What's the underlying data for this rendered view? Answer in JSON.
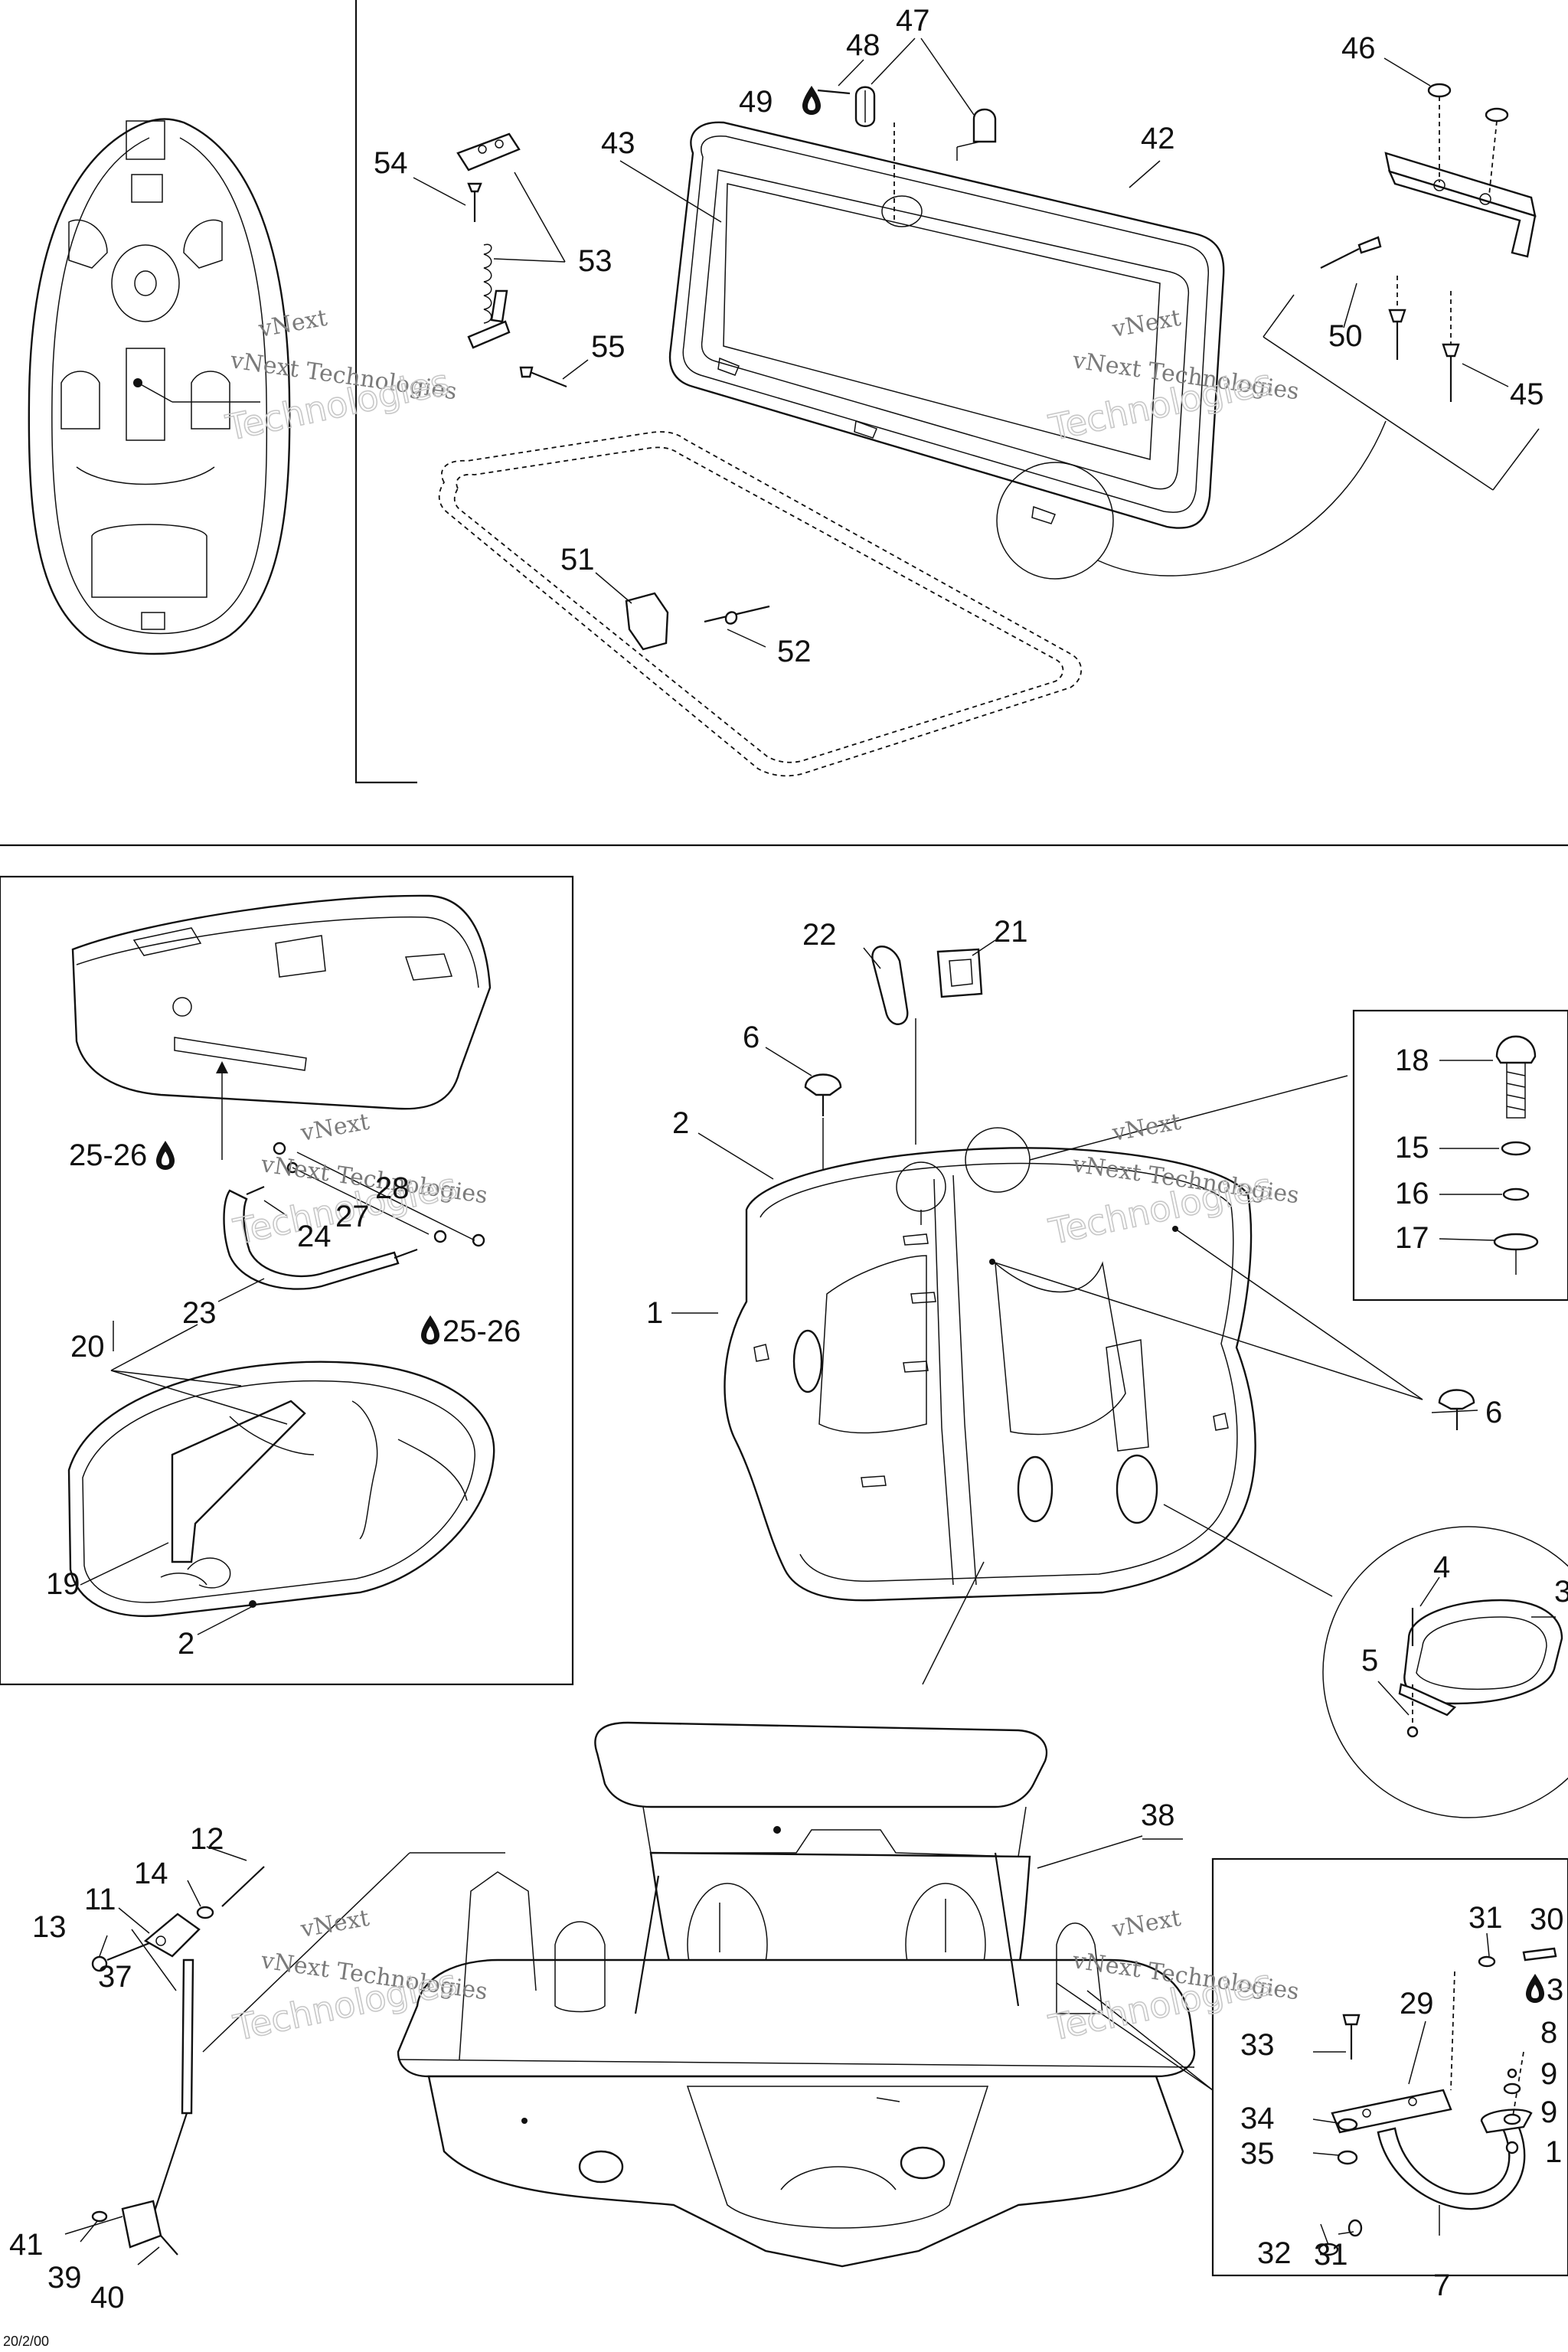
{
  "watermark": {
    "line1": "vNext",
    "line2": "vNext Technologies",
    "line3": "Technologies"
  },
  "footer_code": "20/2/00",
  "callouts": {
    "c1": "1",
    "c2a": "2",
    "c2b": "2",
    "c3a": "3",
    "c3b": "3",
    "c4": "4",
    "c5": "5",
    "c6a": "6",
    "c6b": "6",
    "c7": "7",
    "c8": "8",
    "c9a": "9",
    "c9b": "9",
    "c10": "1",
    "c11": "11",
    "c12": "12",
    "c13": "13",
    "c14": "14",
    "c15": "15",
    "c16": "16",
    "c17": "17",
    "c18": "18",
    "c19": "19",
    "c20": "20",
    "c21": "21",
    "c22": "22",
    "c23": "23",
    "c24": "24",
    "c2526a": "25-26",
    "c2526b": "25-26",
    "c27": "27",
    "c28": "28",
    "c29": "29",
    "c30": "30",
    "c31a": "31",
    "c31b": "31",
    "c32": "32",
    "c33": "33",
    "c34": "34",
    "c35": "35",
    "c37": "37",
    "c38": "38",
    "c39": "39",
    "c40": "40",
    "c41": "41",
    "c42": "42",
    "c43": "43",
    "c45": "45",
    "c46": "46",
    "c47": "47",
    "c48": "48",
    "c49": "49",
    "c50": "50",
    "c51": "51",
    "c52": "52",
    "c53": "53",
    "c54": "54",
    "c55": "55"
  },
  "icons": {
    "adhesive": "droplet-icon"
  },
  "colors": {
    "ink": "#111111",
    "watermark": "#7a7a7a",
    "background": "#ffffff"
  }
}
